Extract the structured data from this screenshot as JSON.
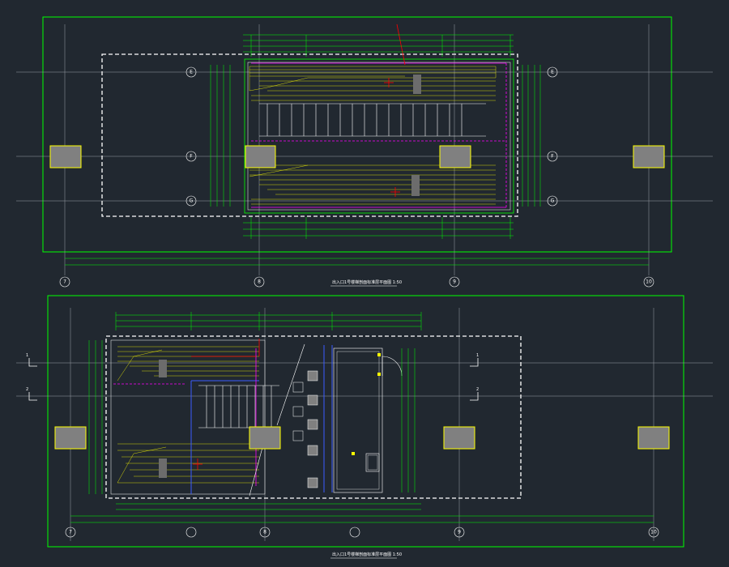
{
  "colors": {
    "background": "#212830",
    "frame": "#00ff00",
    "dimension": "#00ff00",
    "axis": "#9aa0a6",
    "boundary_dashed": "#ffffff",
    "column_fill": "#808080",
    "column_outline": "#ffff00",
    "stair_hatch": "#ffff00",
    "red_line": "#ff0000",
    "magenta_line": "#ff00ff",
    "blue_line": "#3a5bff",
    "label_text": "#ffffff"
  },
  "plan_top": {
    "grid_columns": [
      "7",
      "8",
      "9",
      "10"
    ],
    "grid_rows": [
      "E",
      "F",
      "G"
    ],
    "title": "出入口1号楼梯剖面标准层平面图 1:50",
    "scale": "1:50"
  },
  "plan_bottom": {
    "grid_columns": [
      "7",
      "8",
      "9",
      "10"
    ],
    "section_marks": [
      "1",
      "2"
    ],
    "title": "出入口1号楼梯剖面标准层平面图 1:50",
    "scale": "1:50"
  }
}
